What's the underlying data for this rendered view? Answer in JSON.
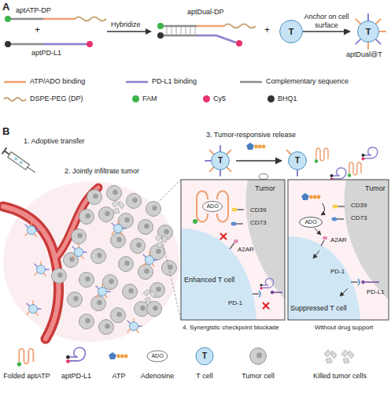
{
  "diagram": {
    "nodes": [
      {
        "text": [
          "T"
        ]
      },
      {
        "text": [
          "T"
        ]
      },
      {
        "text": [
          "T"
        ]
      },
      {
        "text": [
          "T"
        ]
      },
      {
        "text": [
          "Tumor"
        ]
      },
      {
        "text": [
          "Enhanced T cell"
        ]
      },
      {
        "text": [
          "Tumor"
        ]
      },
      {
        "text": [
          "ADO"
        ]
      },
      {
        "text": [
          "Suppressed T cell"
        ]
      }
    ],
    "edges": [
      {
        "from": 0,
        "to": 1,
        "label": "Anchor on cell surface",
        "arrow": "to"
      },
      {
        "from": 2,
        "to": 3,
        "arrow": "to"
      }
    ],
    "labels": [
      "A",
      "aptATP-DP",
      "+",
      "aptPD-L1",
      "Hybridize",
      "aptDual-DP",
      "+",
      "aptDual@T",
      "B",
      "1. Adoptive transfer",
      "2. Jointly infiltrate tumor",
      "3. Tumor-responsive release",
      "ADO",
      "CD39",
      "CD73",
      "A2AR",
      "PD-1",
      "CD39",
      "CD73",
      "A2AR",
      "PD-1",
      "PD-L1",
      "4. Synergistic checkpoint blockade",
      "Without drug support",
      "ADO",
      "T"
    ],
    "legend": [
      {
        "text": "ATP/ADO binding"
      },
      {
        "text": "PD-L1 binding"
      },
      {
        "text": "Complementary sequence"
      },
      {
        "text": "DSPE-PEG (DP)"
      },
      {
        "text": "FAM",
        "color": "#3cb44b"
      },
      {
        "text": "Cy5",
        "color": "#e6336f"
      },
      {
        "text": "BHQ1",
        "color": "#333333"
      },
      {
        "text": "Folded aptATP"
      },
      {
        "text": "aptPD-L1"
      },
      {
        "text": "ATP"
      },
      {
        "text": "Adenosine"
      },
      {
        "text": "T cell"
      },
      {
        "text": "Tumor cell"
      },
      {
        "text": "Killed tumor cells"
      }
    ]
  }
}
